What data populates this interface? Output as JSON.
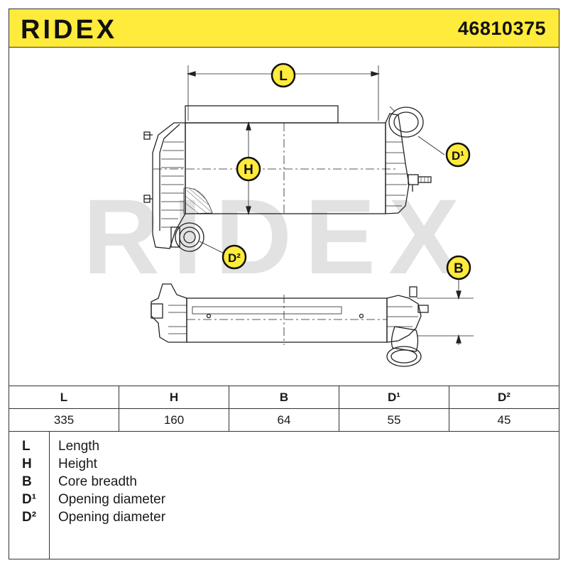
{
  "header": {
    "brand": "RIDEX",
    "part_number": "46810375",
    "background_color": "#ffeb3b"
  },
  "drawing": {
    "watermark": "RIDEX",
    "callouts": {
      "L": "L",
      "H": "H",
      "B": "B",
      "D1": "D¹",
      "D2": "D²"
    }
  },
  "dimensions_table": {
    "headers": [
      "L",
      "H",
      "B",
      "D¹",
      "D²"
    ],
    "values": [
      "335",
      "160",
      "64",
      "55",
      "45"
    ]
  },
  "legend": [
    {
      "code": "L",
      "description": "Length"
    },
    {
      "code": "H",
      "description": "Height"
    },
    {
      "code": "B",
      "description": "Core breadth"
    },
    {
      "code": "D¹",
      "description": "Opening diameter"
    },
    {
      "code": "D²",
      "description": "Opening diameter"
    }
  ]
}
